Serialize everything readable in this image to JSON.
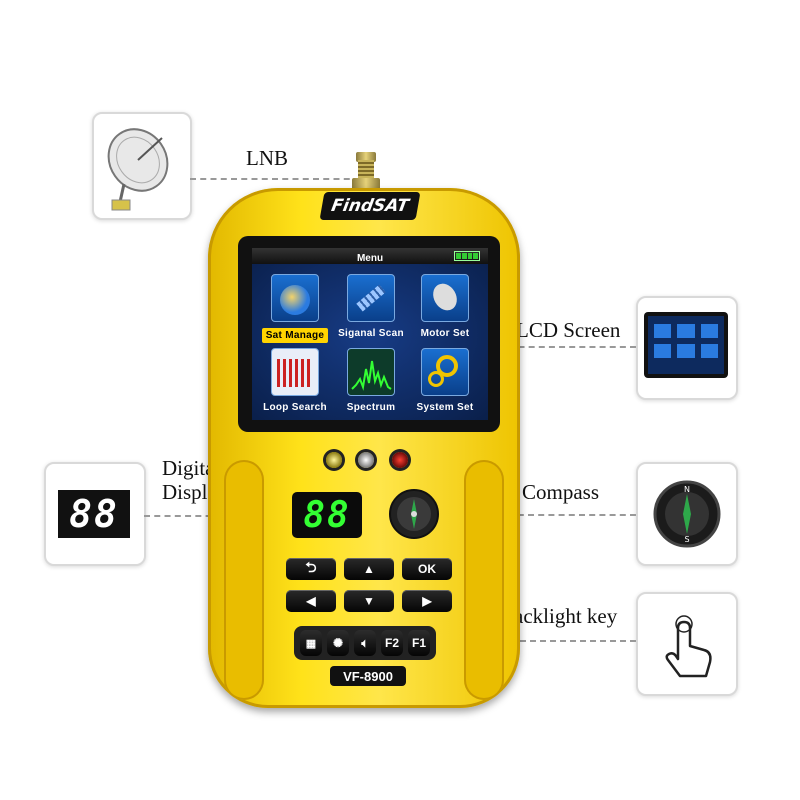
{
  "callouts": {
    "lnb": "LNB",
    "lcd": "LCD Screen",
    "digital": "Digital\nDisplay",
    "compass": "Compass",
    "backlight": "Backlight key"
  },
  "device": {
    "brand": "FindSAT",
    "model": "VF-8900",
    "seven_segment": "88"
  },
  "screen": {
    "title": "Menu",
    "items": [
      {
        "label": "Sat Manage",
        "icon": "globe-satellite-icon",
        "selected": true
      },
      {
        "label": "Siganal  Scan",
        "icon": "satellite-icon",
        "selected": false
      },
      {
        "label": "Motor  Set",
        "icon": "dish-motor-icon",
        "selected": false
      },
      {
        "label": "Loop Search",
        "icon": "bar-levels-icon",
        "selected": false
      },
      {
        "label": "Spectrum",
        "icon": "spectrum-icon",
        "selected": false
      },
      {
        "label": "System Set",
        "icon": "gears-icon",
        "selected": false
      }
    ]
  },
  "keys": {
    "ok": "OK",
    "f2": "F2",
    "f1": "F1"
  },
  "colors": {
    "body": "#f5d800",
    "body_dark": "#d4a800",
    "screen_bg": "#0d2a5e",
    "segment_green": "#33ff33"
  }
}
